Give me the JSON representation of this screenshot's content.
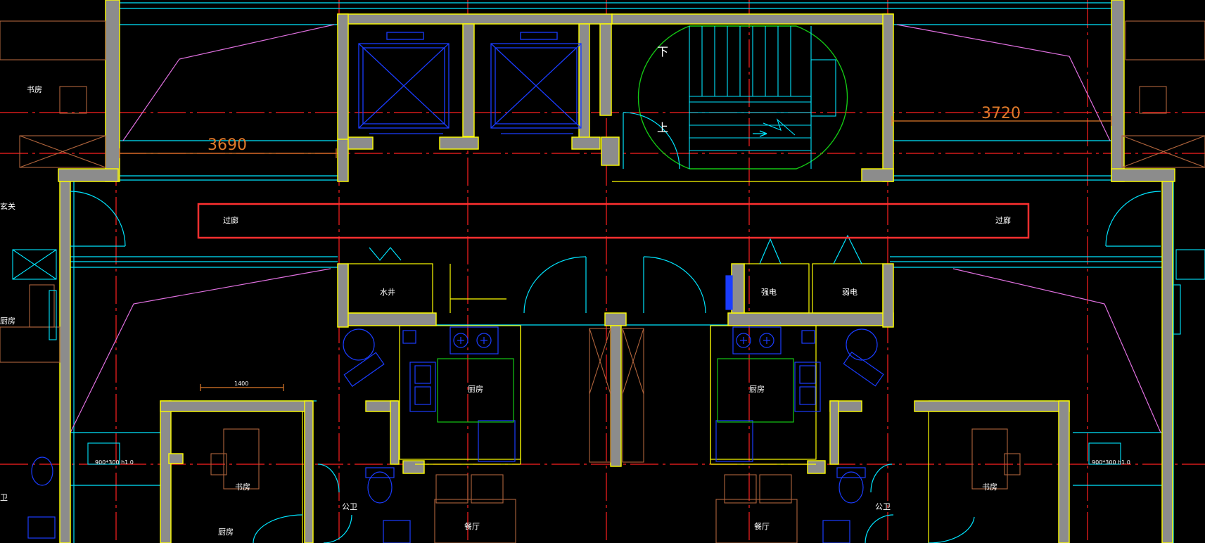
{
  "colors": {
    "background": "#000000",
    "wall": "#ffff00",
    "wall_fill": "#8c8c8c",
    "cyan": "#00e5ff",
    "axis": "#ff2020",
    "blue": "#1a3cff",
    "green": "#14c814",
    "magenta": "#e070e0",
    "dimension": "#e07a2a",
    "brown": "#b0643c",
    "highlight": "#ff3030"
  },
  "labels": {
    "corridor_left": "过廊",
    "corridor_right": "过廊",
    "water_shaft": "水井",
    "strong_power": "强电",
    "weak_power": "弱电",
    "kitchen_left": "厨房",
    "kitchen_right": "厨房",
    "study_left_top": "书房",
    "study_center_left": "书房",
    "study_center_right": "书房",
    "bath_left": "公卫",
    "bath_right": "公卫",
    "dining_left": "餐厅",
    "dining_right": "餐厅",
    "kitchen_bottom_left": "厨房",
    "edge_left_1": "玄关",
    "edge_left_2": "厨房",
    "edge_left_3": "卫",
    "stair_down": "下",
    "stair_up": "上"
  },
  "dimensions": {
    "left_span": "3690",
    "right_span": "3720",
    "small_span": "1400",
    "window_left": "900*300 h1.0",
    "window_right": "900*300 h1.0"
  }
}
